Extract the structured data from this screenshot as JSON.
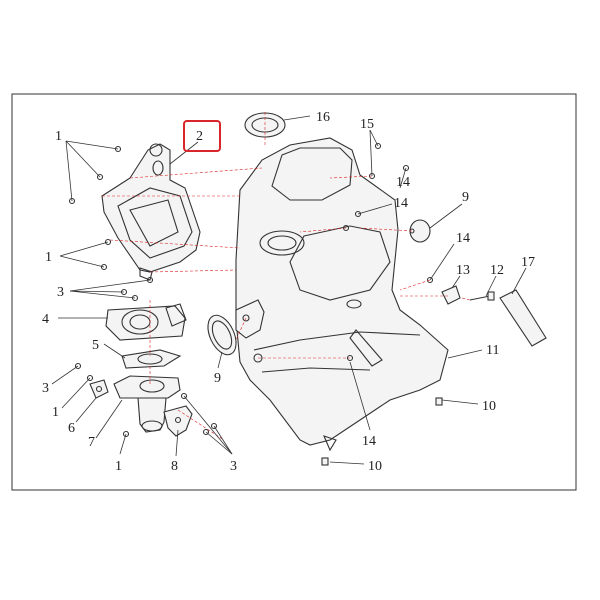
{
  "colors": {
    "line": "#333333",
    "highlight": "#d8262b",
    "centerline": "#dd2222",
    "background": "#ffffff"
  },
  "highlighted_callout": "2",
  "callouts": {
    "c1a": "1",
    "c1b": "1",
    "c1c": "1",
    "c1d": "1",
    "c2": "2",
    "c3a": "3",
    "c3b": "3",
    "c3c": "3",
    "c4": "4",
    "c5": "5",
    "c6": "6",
    "c7": "7",
    "c8": "8",
    "c9a": "9",
    "c9b": "9",
    "c10a": "10",
    "c10b": "10",
    "c11": "11",
    "c12": "12",
    "c13": "13",
    "c14a": "14",
    "c14b": "14",
    "c14c": "14",
    "c14d": "14",
    "c15": "15",
    "c16": "16",
    "c17": "17"
  }
}
